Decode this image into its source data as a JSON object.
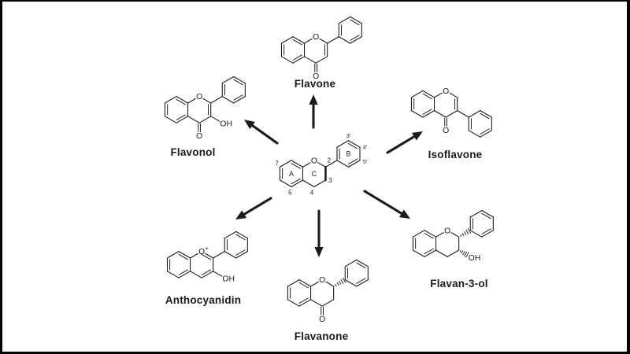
{
  "page": {
    "background_color": "#ffffff",
    "border_color": "#000000",
    "line_color": "#1b1b1b"
  },
  "molecules": {
    "flavone": {
      "name": "Flavone",
      "atoms": {
        "o1": "O",
        "o4": "O"
      }
    },
    "flavonol": {
      "name": "Flavonol",
      "atoms": {
        "o1": "O",
        "o4": "O",
        "oh3": "OH"
      }
    },
    "isoflavone": {
      "name": "Isoflavone",
      "atoms": {
        "o1": "O",
        "o4": "O"
      }
    },
    "anthocyanidin": {
      "name": "Anthocyanidin",
      "atoms": {
        "o1": "O",
        "charge": "+",
        "oh3": "OH"
      }
    },
    "flavanone": {
      "name": "Flavanone",
      "atoms": {
        "o1": "O",
        "o4": "O"
      }
    },
    "flavan3ol": {
      "name": "Flavan-3-ol",
      "atoms": {
        "o1": "O",
        "oh3": "OH"
      }
    },
    "skeleton": {
      "atoms": {
        "o1": "O"
      },
      "ring_labels": {
        "a": "A",
        "c": "C",
        "b": "B"
      },
      "position_labels": {
        "n2": "2",
        "n3": "3",
        "n4": "4",
        "n5": "5",
        "n7": "7",
        "p3": "3'",
        "p4": "4'",
        "p5": "5'"
      }
    }
  }
}
